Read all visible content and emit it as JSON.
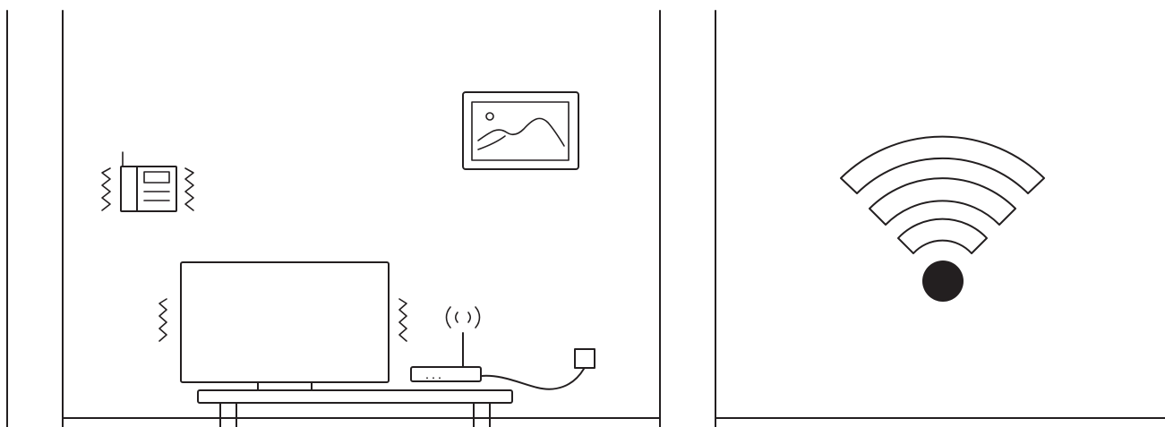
{
  "scene_left": {
    "objects": [
      "telephone",
      "picture-frame",
      "television",
      "tv-stand",
      "wifi-router",
      "power-outlet"
    ],
    "telephone_state": "vibrating",
    "television_state": "vibrating"
  },
  "scene_right": {
    "objects": [
      "wifi-signal"
    ]
  },
  "colors": {
    "line": "#231f20",
    "background": "#ffffff",
    "signal_dot": "#231f20"
  }
}
